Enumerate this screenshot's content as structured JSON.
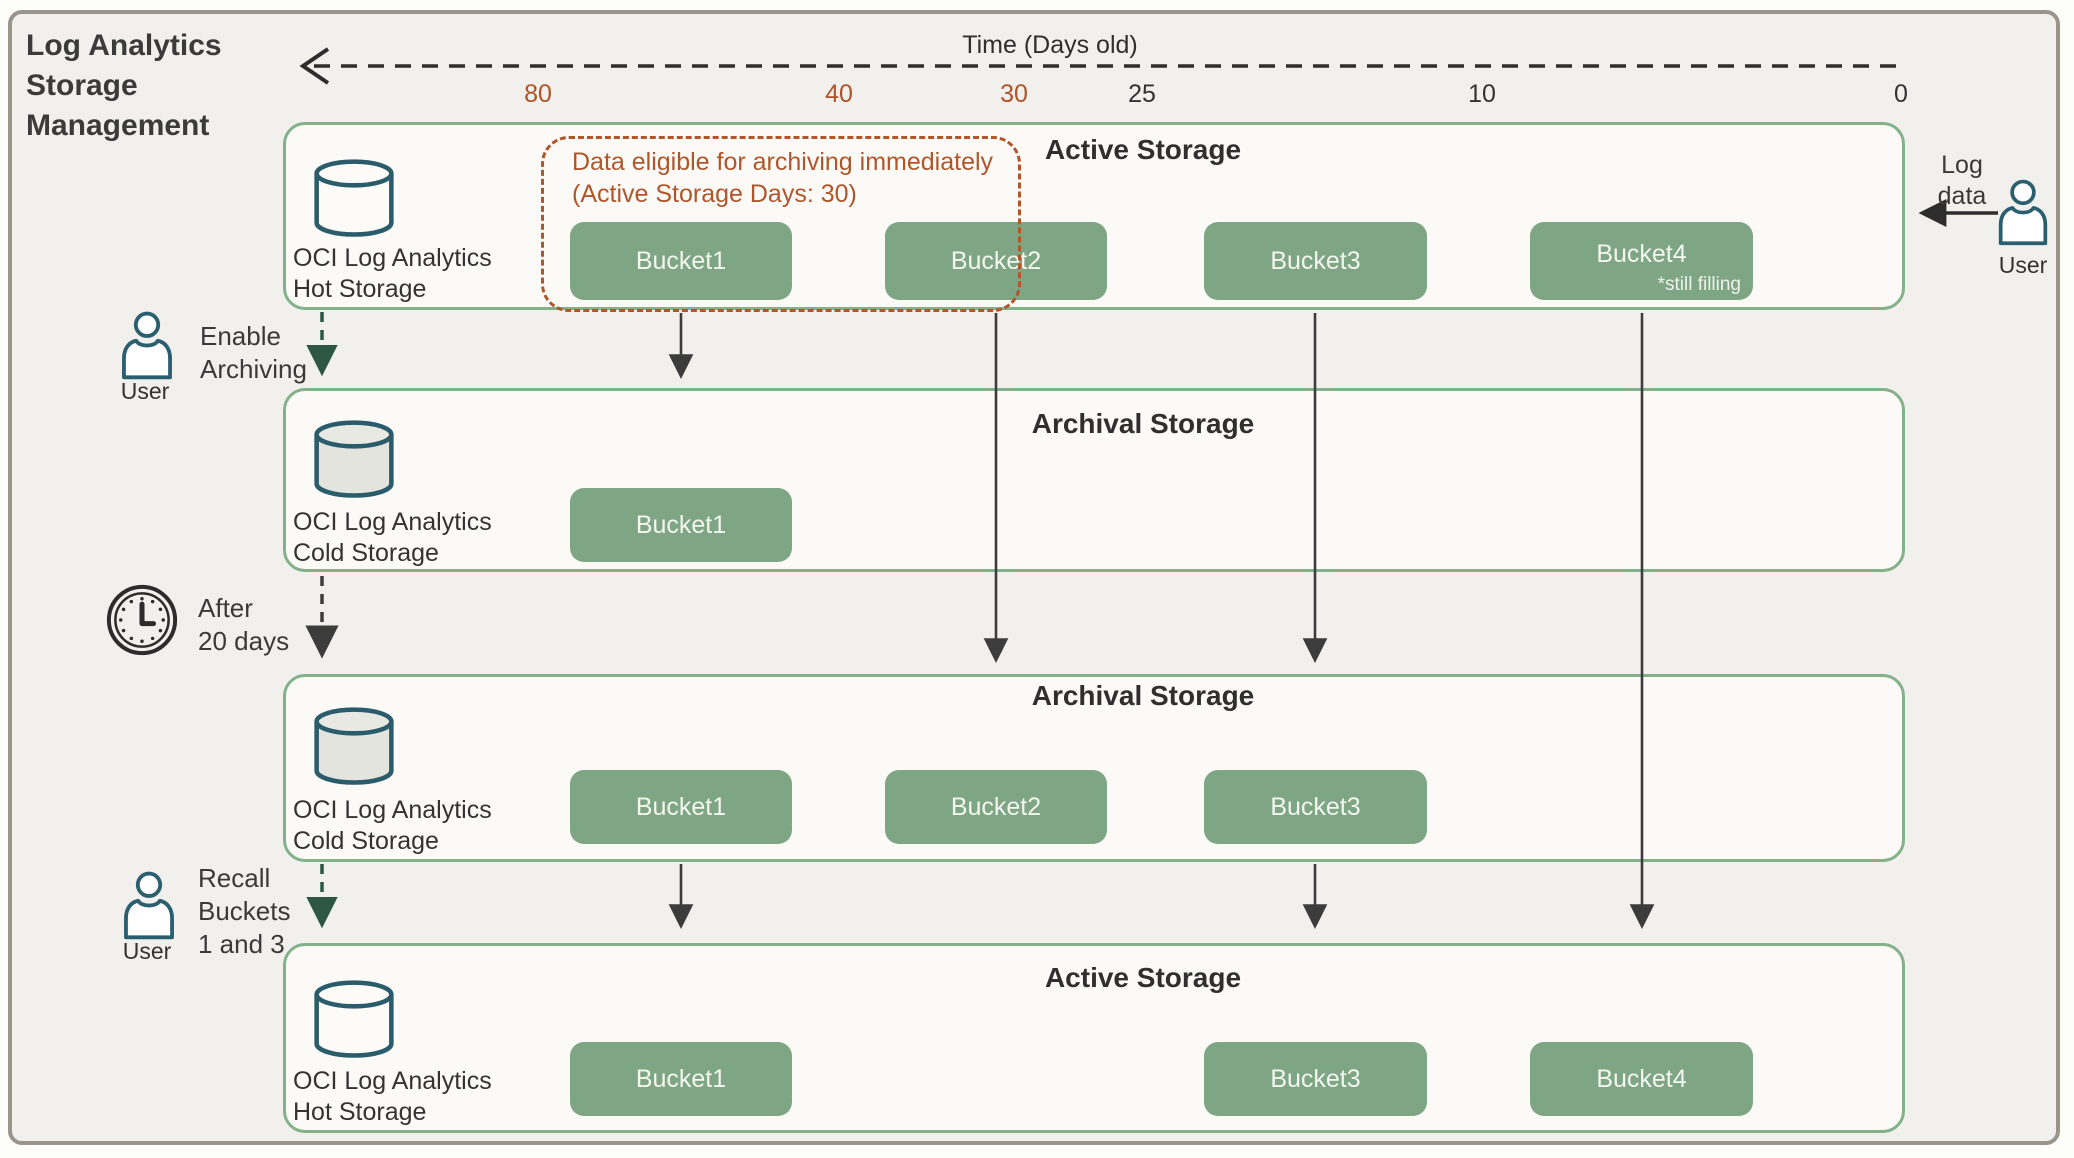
{
  "diagram": {
    "title_lines": [
      "Log Analytics",
      "Storage",
      "Management"
    ]
  },
  "timeline": {
    "axis_label": "Time (Days old)",
    "ticks": [
      {
        "label": "80",
        "emphasis": "archive"
      },
      {
        "label": "40",
        "emphasis": "archive"
      },
      {
        "label": "30",
        "emphasis": "archive"
      },
      {
        "label": "25",
        "emphasis": "normal"
      },
      {
        "label": "10",
        "emphasis": "normal"
      },
      {
        "label": "0",
        "emphasis": "normal"
      }
    ]
  },
  "annotation": {
    "line1": "Data eligible for archiving immediately",
    "line2": "(Active Storage Days: 30)"
  },
  "rows": [
    {
      "title": "Active Storage",
      "storage_lines": [
        "OCI Log Analytics",
        "Hot Storage"
      ],
      "buckets": [
        {
          "label": "Bucket1"
        },
        {
          "label": "Bucket2"
        },
        {
          "label": "Bucket3"
        },
        {
          "label": "Bucket4",
          "note": "*still filling"
        }
      ]
    },
    {
      "title": "Archival Storage",
      "storage_lines": [
        "OCI Log Analytics",
        "Cold Storage"
      ],
      "buckets": [
        {
          "label": "Bucket1"
        }
      ]
    },
    {
      "title": "Archival Storage",
      "storage_lines": [
        "OCI Log Analytics",
        "Cold Storage"
      ],
      "buckets": [
        {
          "label": "Bucket1"
        },
        {
          "label": "Bucket2"
        },
        {
          "label": "Bucket3"
        }
      ]
    },
    {
      "title": "Active Storage",
      "storage_lines": [
        "OCI Log Analytics",
        "Hot Storage"
      ],
      "buckets": [
        {
          "label": "Bucket1"
        },
        {
          "label": "Bucket3"
        },
        {
          "label": "Bucket4"
        }
      ]
    }
  ],
  "actions": {
    "enable_archiving": {
      "actor": "User",
      "lines": [
        "Enable",
        "Archiving"
      ]
    },
    "after_20_days": {
      "lines": [
        "After",
        "20 days"
      ]
    },
    "recall_buckets": {
      "actor": "User",
      "lines": [
        "Recall",
        "Buckets",
        "1 and 3"
      ]
    },
    "log_data": {
      "actor": "User",
      "lines": [
        "Log",
        "data"
      ]
    }
  },
  "colors": {
    "archive_tick_orange": "#ad5428",
    "annotation_orange": "#b0562a",
    "bucket_green": "#7ea584",
    "row_border_green": "#83b189",
    "cylinder_teal": "#2a5c6c",
    "frame_gray": "#9a948b",
    "solid_arrow_dark": "#3c3c3c",
    "action_arrow_green": "#2d5743"
  }
}
